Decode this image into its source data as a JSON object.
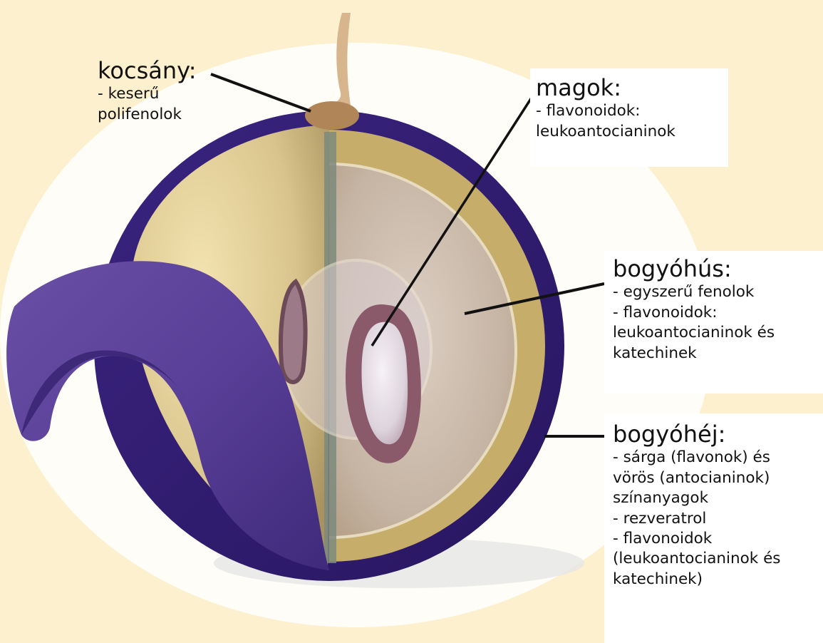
{
  "labels": {
    "stem": {
      "title": "kocsány:",
      "lines": [
        "- keserű",
        "polifenolok"
      ]
    },
    "seeds": {
      "title": "magok:",
      "lines": [
        "- flavonoidok:",
        "leukoantocianinok"
      ]
    },
    "flesh": {
      "title": "bogyóhús:",
      "lines": [
        "- egyszerű fenolok",
        "- flavonoidok:",
        "leukoantocianinok és",
        "katechinek"
      ]
    },
    "skin": {
      "title": "bogyóhéj:",
      "lines": [
        "- sárga (flavonok) és",
        "vörös (antocianinok)",
        "színanyagok",
        "- rezveratrol",
        "- flavonoidok",
        "(leukoantocianinok és",
        "katechinek)"
      ]
    }
  },
  "colors": {
    "background": "#fdf0cf",
    "skin_purple": "#54358f",
    "skin_dark": "#2f1a66",
    "flesh_gold": "#c9b27a",
    "flesh_inner": "#c8b7a6",
    "seed_light": "#ece6ee",
    "stem_brown": "#b08659",
    "leader_line": "#111111"
  }
}
